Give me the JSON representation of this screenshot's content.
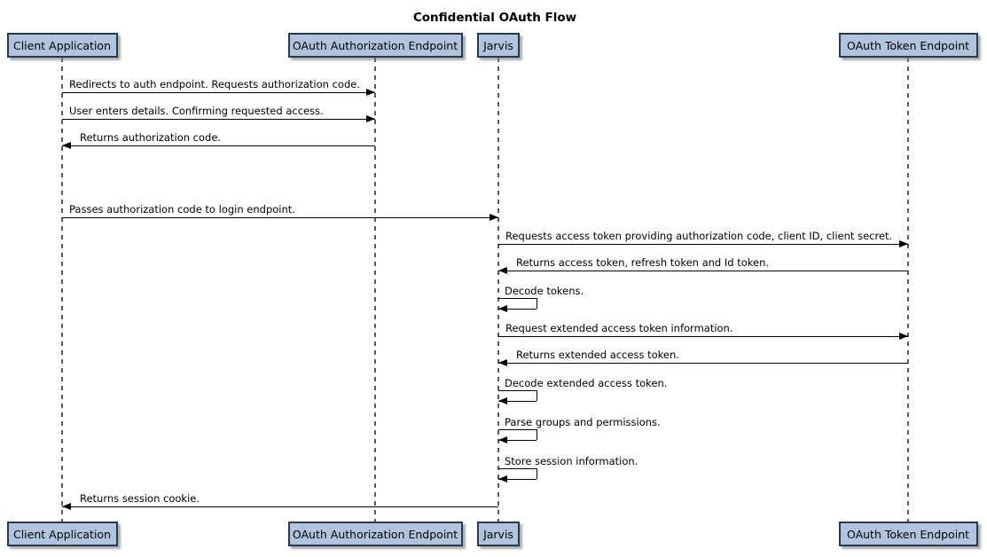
{
  "diagram": {
    "type": "sequence",
    "title": "Confidential OAuth Flow",
    "colors": {
      "participant_fill": "#b0c4de",
      "participant_border": "#27394f",
      "lifeline": "#5a5a5a",
      "arrow": "#000000",
      "text": "#000000",
      "background": "#ffffff"
    },
    "participants": [
      {
        "id": "client-application",
        "label": "Client Application"
      },
      {
        "id": "oauth-authorization-endpoint",
        "label": "OAuth Authorization Endpoint"
      },
      {
        "id": "jarvis",
        "label": "Jarvis"
      },
      {
        "id": "oauth-token-endpoint",
        "label": "OAuth Token Endpoint"
      }
    ],
    "messages": [
      {
        "type": "arrow",
        "from": 0,
        "to": 1,
        "text": "Redirects to auth endpoint. Requests authorization code."
      },
      {
        "type": "arrow",
        "from": 0,
        "to": 1,
        "text": "User enters details. Confirming requested access."
      },
      {
        "type": "arrow",
        "from": 1,
        "to": 0,
        "text": "Returns authorization code."
      },
      {
        "type": "delay",
        "text": ""
      },
      {
        "type": "arrow",
        "from": 0,
        "to": 2,
        "text": "Passes authorization code to login endpoint."
      },
      {
        "type": "arrow",
        "from": 2,
        "to": 3,
        "text": "Requests access token providing authorization code, client ID, client secret."
      },
      {
        "type": "arrow",
        "from": 3,
        "to": 2,
        "text": "Returns access token, refresh token and Id token."
      },
      {
        "type": "self",
        "on": 2,
        "text": "Decode tokens."
      },
      {
        "type": "arrow",
        "from": 2,
        "to": 3,
        "text": "Request extended access token information."
      },
      {
        "type": "arrow",
        "from": 3,
        "to": 2,
        "text": "Returns extended access token."
      },
      {
        "type": "self",
        "on": 2,
        "text": "Decode extended access token."
      },
      {
        "type": "self",
        "on": 2,
        "text": "Parse groups and permissions."
      },
      {
        "type": "self",
        "on": 2,
        "text": "Store session information."
      },
      {
        "type": "arrow",
        "from": 2,
        "to": 0,
        "text": "Returns session cookie."
      }
    ]
  }
}
